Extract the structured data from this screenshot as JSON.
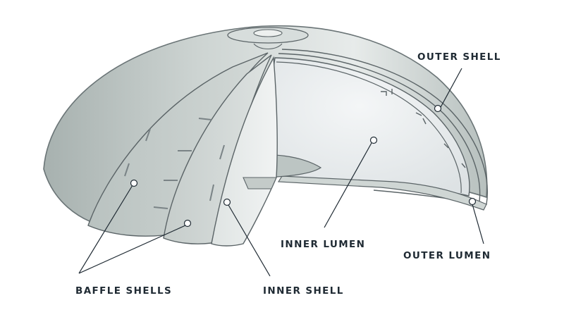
{
  "labels": {
    "outer_shell": "OUTER SHELL",
    "inner_lumen": "INNER LUMEN",
    "outer_lumen": "OUTER LUMEN",
    "baffle_shells": "BAFFLE SHELLS",
    "inner_shell": "INNER SHELL"
  },
  "colors": {
    "shell_dark": "#a9b2b0",
    "shell_light": "#e6eae9",
    "baffle": "#c9d0ce",
    "lumen": "#eef1f2",
    "outline": "#5b6467",
    "text": "#1f2a33"
  }
}
